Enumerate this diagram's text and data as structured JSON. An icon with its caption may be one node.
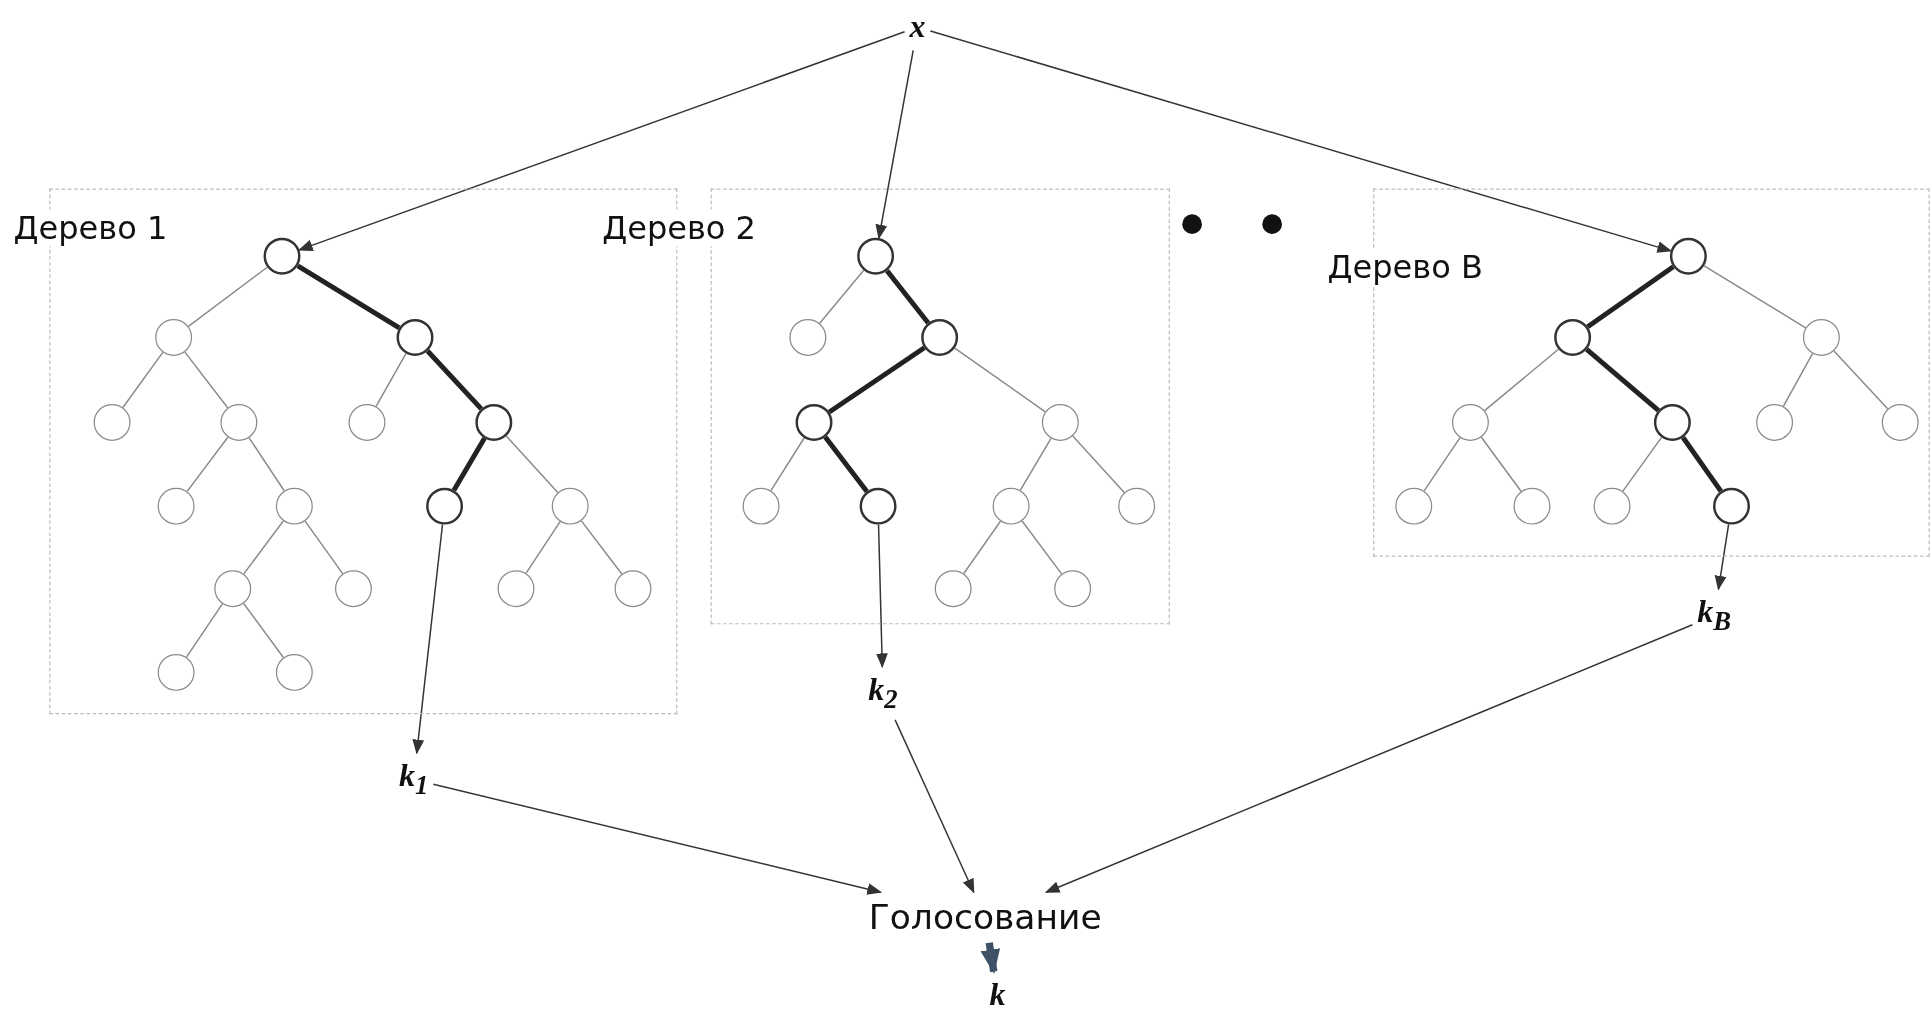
{
  "diagram": {
    "nodes": [
      {
        "text": [
          "*x*"
        ]
      },
      {
        "text": [
          "Дерево 1"
        ]
      },
      {
        "text": [],
        "shape": "circle",
        "in": 1
      },
      {
        "text": [],
        "shape": "circle",
        "in": 1
      },
      {
        "text": [],
        "shape": "circle",
        "in": 1
      },
      {
        "text": [],
        "shape": "circle",
        "in": 1
      },
      {
        "text": [],
        "shape": "circle",
        "in": 1
      },
      {
        "text": [],
        "shape": "circle",
        "in": 1
      },
      {
        "text": [],
        "shape": "circle",
        "in": 1
      },
      {
        "text": [],
        "shape": "circle",
        "in": 1
      },
      {
        "text": [],
        "shape": "circle",
        "in": 1
      },
      {
        "text": [],
        "shape": "circle",
        "in": 1
      },
      {
        "text": [],
        "shape": "circle",
        "in": 1
      },
      {
        "text": [],
        "shape": "circle",
        "in": 1
      },
      {
        "text": [],
        "shape": "circle",
        "in": 1
      },
      {
        "text": [],
        "shape": "circle",
        "in": 1
      },
      {
        "text": [],
        "shape": "circle",
        "in": 1
      },
      {
        "text": [],
        "shape": "circle",
        "in": 1
      },
      {
        "text": [],
        "shape": "circle",
        "in": 1
      },
      {
        "text": [
          "Дерево 2"
        ]
      },
      {
        "text": [],
        "shape": "circle",
        "in": 19
      },
      {
        "text": [],
        "shape": "circle",
        "in": 19
      },
      {
        "text": [],
        "shape": "circle",
        "in": 19
      },
      {
        "text": [],
        "shape": "circle",
        "in": 19
      },
      {
        "text": [],
        "shape": "circle",
        "in": 19
      },
      {
        "text": [],
        "shape": "circle",
        "in": 19
      },
      {
        "text": [],
        "shape": "circle",
        "in": 19
      },
      {
        "text": [],
        "shape": "circle",
        "in": 19
      },
      {
        "text": [],
        "shape": "circle",
        "in": 19
      },
      {
        "text": [],
        "shape": "circle",
        "in": 19
      },
      {
        "text": [],
        "shape": "circle",
        "in": 19
      },
      {
        "text": [
          "Дерево B"
        ]
      },
      {
        "text": [],
        "shape": "circle",
        "in": 31
      },
      {
        "text": [],
        "shape": "circle",
        "in": 31
      },
      {
        "text": [],
        "shape": "circle",
        "in": 31
      },
      {
        "text": [],
        "shape": "circle",
        "in": 31
      },
      {
        "text": [],
        "shape": "circle",
        "in": 31
      },
      {
        "text": [],
        "shape": "circle",
        "in": 31
      },
      {
        "text": [],
        "shape": "circle",
        "in": 31
      },
      {
        "text": [],
        "shape": "circle",
        "in": 31
      },
      {
        "text": [],
        "shape": "circle",
        "in": 31
      },
      {
        "text": [],
        "shape": "circle",
        "in": 31
      },
      {
        "text": [],
        "shape": "circle",
        "in": 31
      },
      {
        "text": [
          "*k*$_{1}$"
        ]
      },
      {
        "text": [
          "*k*$_{2}$"
        ]
      },
      {
        "text": [
          "*k*$_{B}$"
        ]
      },
      {
        "text": [
          "Голосование"
        ]
      },
      {
        "text": [
          "*k*"
        ]
      }
    ],
    "edges": [
      {
        "from": 0,
        "to": 2,
        "arrow": "to"
      },
      {
        "from": 0,
        "to": 20,
        "arrow": "to"
      },
      {
        "from": 0,
        "to": 32,
        "arrow": "to"
      },
      {
        "from": 2,
        "to": 3,
        "arrow": "none"
      },
      {
        "from": 2,
        "to": 4,
        "arrow": "none",
        "style": "thick",
        "color": "#222222"
      },
      {
        "from": 3,
        "to": 5,
        "arrow": "none"
      },
      {
        "from": 3,
        "to": 6,
        "arrow": "none"
      },
      {
        "from": 6,
        "to": 9,
        "arrow": "none"
      },
      {
        "from": 6,
        "to": 10,
        "arrow": "none"
      },
      {
        "from": 10,
        "to": 13,
        "arrow": "none"
      },
      {
        "from": 10,
        "to": 14,
        "arrow": "none"
      },
      {
        "from": 13,
        "to": 17,
        "arrow": "none"
      },
      {
        "from": 13,
        "to": 18,
        "arrow": "none"
      },
      {
        "from": 4,
        "to": 7,
        "arrow": "none"
      },
      {
        "from": 4,
        "to": 8,
        "arrow": "none",
        "style": "thick",
        "color": "#222222"
      },
      {
        "from": 8,
        "to": 11,
        "arrow": "none",
        "style": "thick",
        "color": "#222222"
      },
      {
        "from": 8,
        "to": 12,
        "arrow": "none"
      },
      {
        "from": 12,
        "to": 15,
        "arrow": "none"
      },
      {
        "from": 12,
        "to": 16,
        "arrow": "none"
      },
      {
        "from": 20,
        "to": 21,
        "arrow": "none"
      },
      {
        "from": 20,
        "to": 22,
        "arrow": "none",
        "style": "thick",
        "color": "#222222"
      },
      {
        "from": 22,
        "to": 23,
        "arrow": "none",
        "style": "thick",
        "color": "#222222"
      },
      {
        "from": 22,
        "to": 24,
        "arrow": "none"
      },
      {
        "from": 23,
        "to": 25,
        "arrow": "none"
      },
      {
        "from": 23,
        "to": 26,
        "arrow": "none",
        "style": "thick",
        "color": "#222222"
      },
      {
        "from": 24,
        "to": 27,
        "arrow": "none"
      },
      {
        "from": 24,
        "to": 28,
        "arrow": "none"
      },
      {
        "from": 27,
        "to": 29,
        "arrow": "none"
      },
      {
        "from": 27,
        "to": 30,
        "arrow": "none"
      },
      {
        "from": 32,
        "to": 33,
        "arrow": "none",
        "style": "thick",
        "color": "#222222"
      },
      {
        "from": 32,
        "to": 34,
        "arrow": "none"
      },
      {
        "from": 33,
        "to": 35,
        "arrow": "none"
      },
      {
        "from": 33,
        "to": 36,
        "arrow": "none",
        "style": "thick",
        "color": "#222222"
      },
      {
        "from": 35,
        "to": 39,
        "arrow": "none"
      },
      {
        "from": 35,
        "to": 40,
        "arrow": "none"
      },
      {
        "from": 36,
        "to": 41,
        "arrow": "none"
      },
      {
        "from": 36,
        "to": 42,
        "arrow": "none",
        "style": "thick",
        "color": "#222222"
      },
      {
        "from": 34,
        "to": 37,
        "arrow": "none"
      },
      {
        "from": 34,
        "to": 38,
        "arrow": "none"
      },
      {
        "from": 11,
        "to": 43,
        "arrow": "to"
      },
      {
        "from": 26,
        "to": 44,
        "arrow": "to"
      },
      {
        "from": 42,
        "to": 45,
        "arrow": "to"
      },
      {
        "from": 43,
        "to": 46,
        "arrow": "to"
      },
      {
        "from": 44,
        "to": 46,
        "arrow": "to"
      },
      {
        "from": 45,
        "to": 46,
        "arrow": "to"
      },
      {
        "from": 46,
        "to": 47,
        "arrow": "to",
        "style": "thick",
        "color": "#3e5166"
      }
    ]
  }
}
